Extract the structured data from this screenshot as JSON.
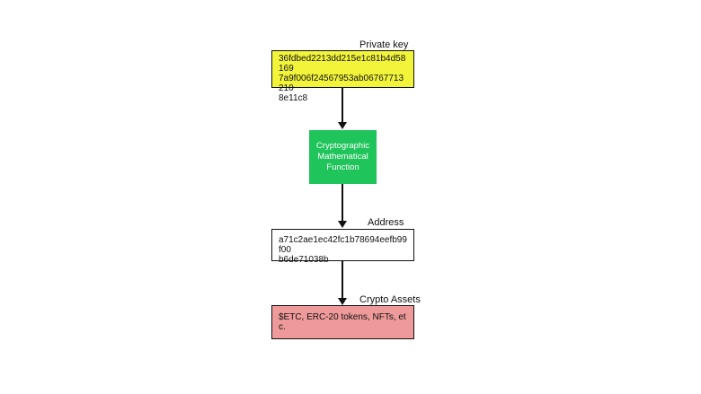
{
  "diagram": {
    "private_key": {
      "label": "Private key",
      "value": "36fdbed2213dd215e1c81b4d58169\n7a9f006f24567953ab06767713210\n8e11c8"
    },
    "function_node": {
      "text": "Cryptographic\nMathematical\nFunction"
    },
    "address": {
      "label": "Address",
      "value": "a71c2ae1ec42fc1b78694eefb99f00\nb6de71038b"
    },
    "assets": {
      "label": "Crypto Assets",
      "value": "$ETC, ERC-20 tokens, NFTs, etc."
    },
    "colors": {
      "private_key_fill": "#f2f43a",
      "function_fill": "#1fc45a",
      "assets_fill": "#ee9a9a",
      "stroke": "#111111"
    }
  }
}
